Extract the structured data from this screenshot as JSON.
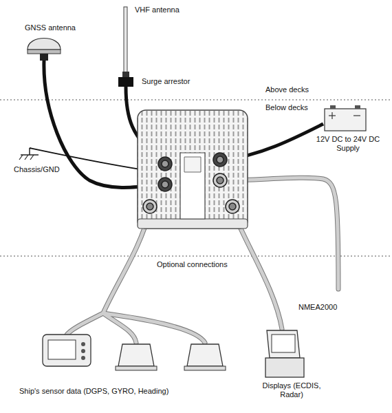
{
  "diagram": {
    "labels": [
      "VHF antenna",
      "GNSS antenna",
      "Surge arrestor",
      "Above decks",
      "Below decks",
      "12V DC to 24V DC Supply",
      "Chassis/GND",
      "Optional connections",
      "NMEA2000",
      "Ship's sensor data (DGPS, GYRO, Heading)",
      "Displays (ECDIS, Radar)"
    ]
  }
}
